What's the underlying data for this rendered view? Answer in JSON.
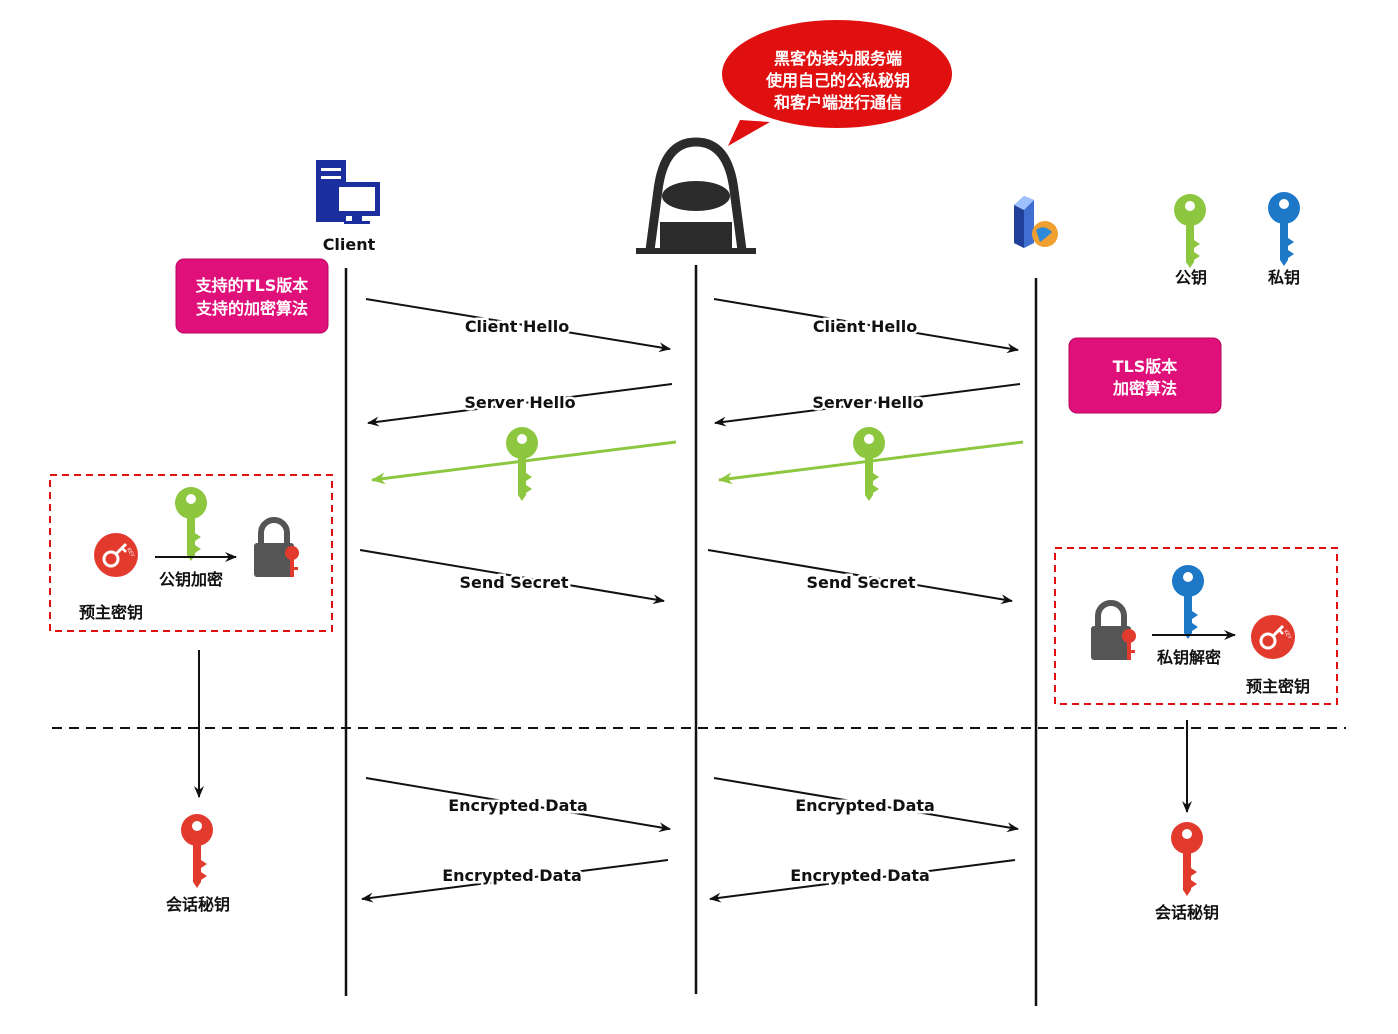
{
  "speech_bubble": {
    "lines": [
      "黑客伪装为服务端",
      "使用自己的公私秘钥",
      "和客户端进行通信"
    ]
  },
  "client": {
    "label": "Client"
  },
  "legend": {
    "public_key": "公钥",
    "private_key": "私钥"
  },
  "client_info_box": {
    "lines": [
      "支持的TLS版本",
      "支持的加密算法"
    ]
  },
  "server_info_box": {
    "lines": [
      "TLS版本",
      "加密算法"
    ]
  },
  "messages": {
    "client_hello": "Client Hello",
    "server_hello": "Server Hello",
    "send_secret": "Send Secret",
    "encrypted_data": "Encrypted Data"
  },
  "client_process": {
    "action": "公钥加密",
    "premaster": "预主密钥",
    "session_key": "会话秘钥"
  },
  "server_process": {
    "action": "私钥解密",
    "premaster": "预主密钥",
    "session_key": "会话秘钥"
  },
  "colors": {
    "green_key": "#8DC63F",
    "blue_key": "#1E78C8",
    "red_key": "#E23B2E",
    "magenta": "#E0107A",
    "bubble": "#E01010",
    "lock": "#555555"
  }
}
